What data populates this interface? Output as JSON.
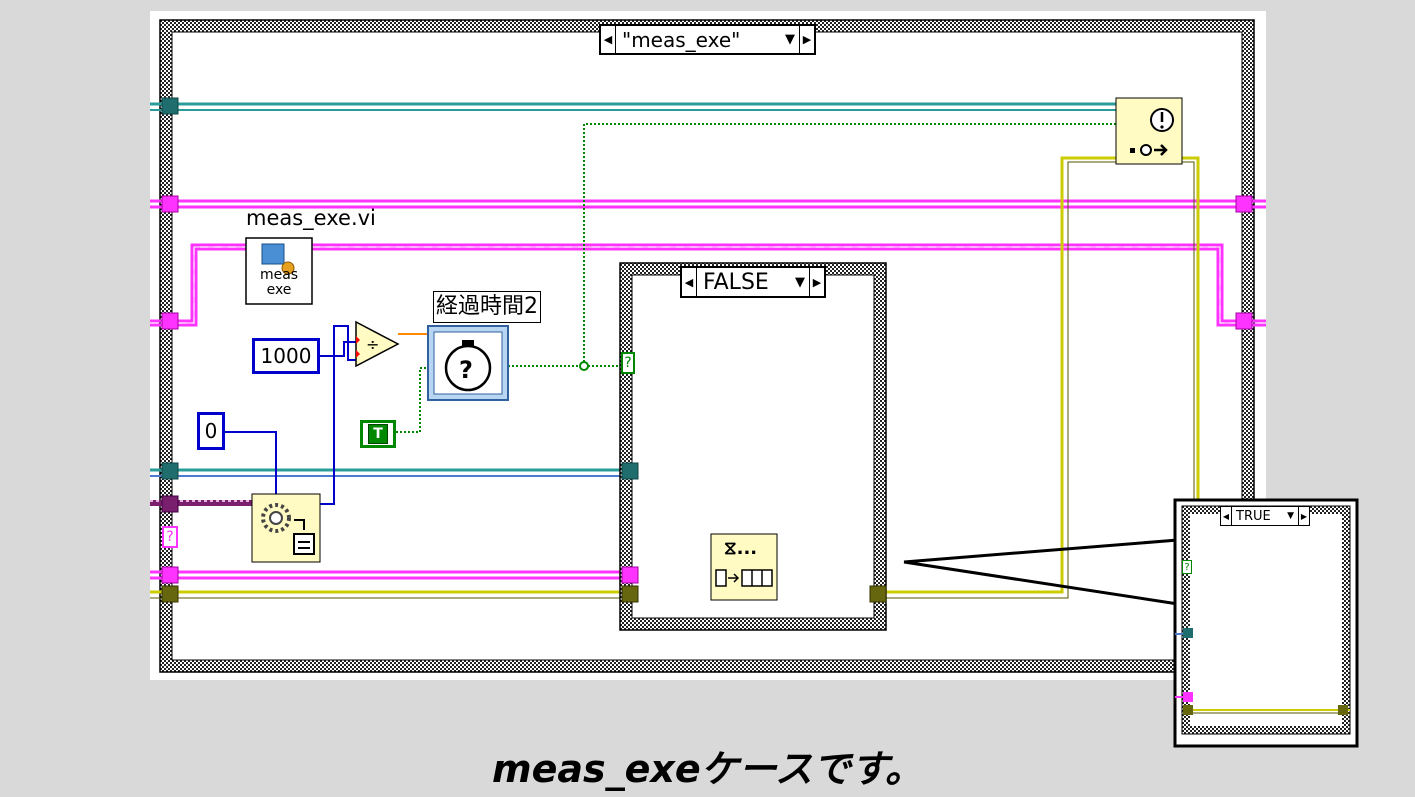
{
  "case_structure": {
    "selector_label": "\"meas_exe\""
  },
  "subvi": {
    "caption": "meas_exe.vi",
    "icon_text_line1": "meas",
    "icon_text_line2": "exe"
  },
  "constants": {
    "numeric_1000": "1000",
    "numeric_zero": "0",
    "boolean_true": "T"
  },
  "elapsed_time": {
    "label": "経過時間2"
  },
  "inner_case": {
    "selector_label": "FALSE",
    "selector_terminal": "?"
  },
  "queue_node": {
    "top_text": "⧖..."
  },
  "inset_case": {
    "selector_label": "TRUE",
    "selector_terminal": "?"
  },
  "left_tunnel": {
    "terminal": "?"
  },
  "caption": "meas_exeケースです。",
  "colors": {
    "background": "#d9d9d9",
    "wire_teal": "#2a9d9b",
    "wire_pink": "#ff33ff",
    "wire_yellow": "#cccc00",
    "wire_blue": "#0000cc",
    "wire_green": "#008800",
    "wire_purple": "#7a1e6e"
  }
}
